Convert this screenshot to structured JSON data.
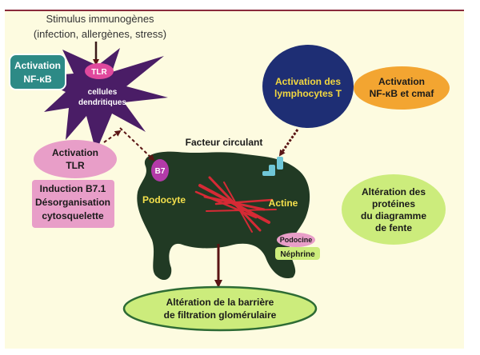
{
  "stimulus": {
    "line1": "Stimulus immunogènes",
    "line2": "(infection, allergènes, stress)"
  },
  "activation_nfkb_left": {
    "line1": "Activation",
    "line2": "NF-κB"
  },
  "dendritic": {
    "tlr": "TLR",
    "line1": "cellules",
    "line2": "dendritiques"
  },
  "activation_lymphocytes": {
    "line1": "Activation des",
    "line2": "lymphocytes T"
  },
  "activation_nfkb_cmaf": {
    "line1": "Activation",
    "line2": "NF-κB et cmaf"
  },
  "facteur_circulant": "Facteur circulant",
  "activation_tlr": {
    "line1": "Activation",
    "line2": "TLR"
  },
  "induction_box": {
    "line1": "Induction B7.1",
    "line2": "Désorganisation",
    "line3": "cytosquelette"
  },
  "b7_label": "B7",
  "podocyte_label": "Podocyte",
  "actine_label": "Actine",
  "alteration_proteins": {
    "line1": "Altération des",
    "line2": "protéines",
    "line3": "du diagramme",
    "line4": "de fente"
  },
  "podocine_label": "Podocine",
  "nephrine_label": "Néphrine",
  "alteration_barrier": {
    "line1": "Altération de la barrière",
    "line2": "de filtration glomérulaire"
  },
  "colors": {
    "background": "#fdfbe0",
    "cell_green": "#213a24",
    "dendritic_purple": "#4a1d66",
    "pink": "#e89ec8",
    "lime": "#ccec7c",
    "orange": "#f3a531",
    "navy": "#1e2e74",
    "teal_label": "#2d8a86",
    "actin_red": "#d62a35",
    "arrow_dark": "#6a1a1a"
  }
}
